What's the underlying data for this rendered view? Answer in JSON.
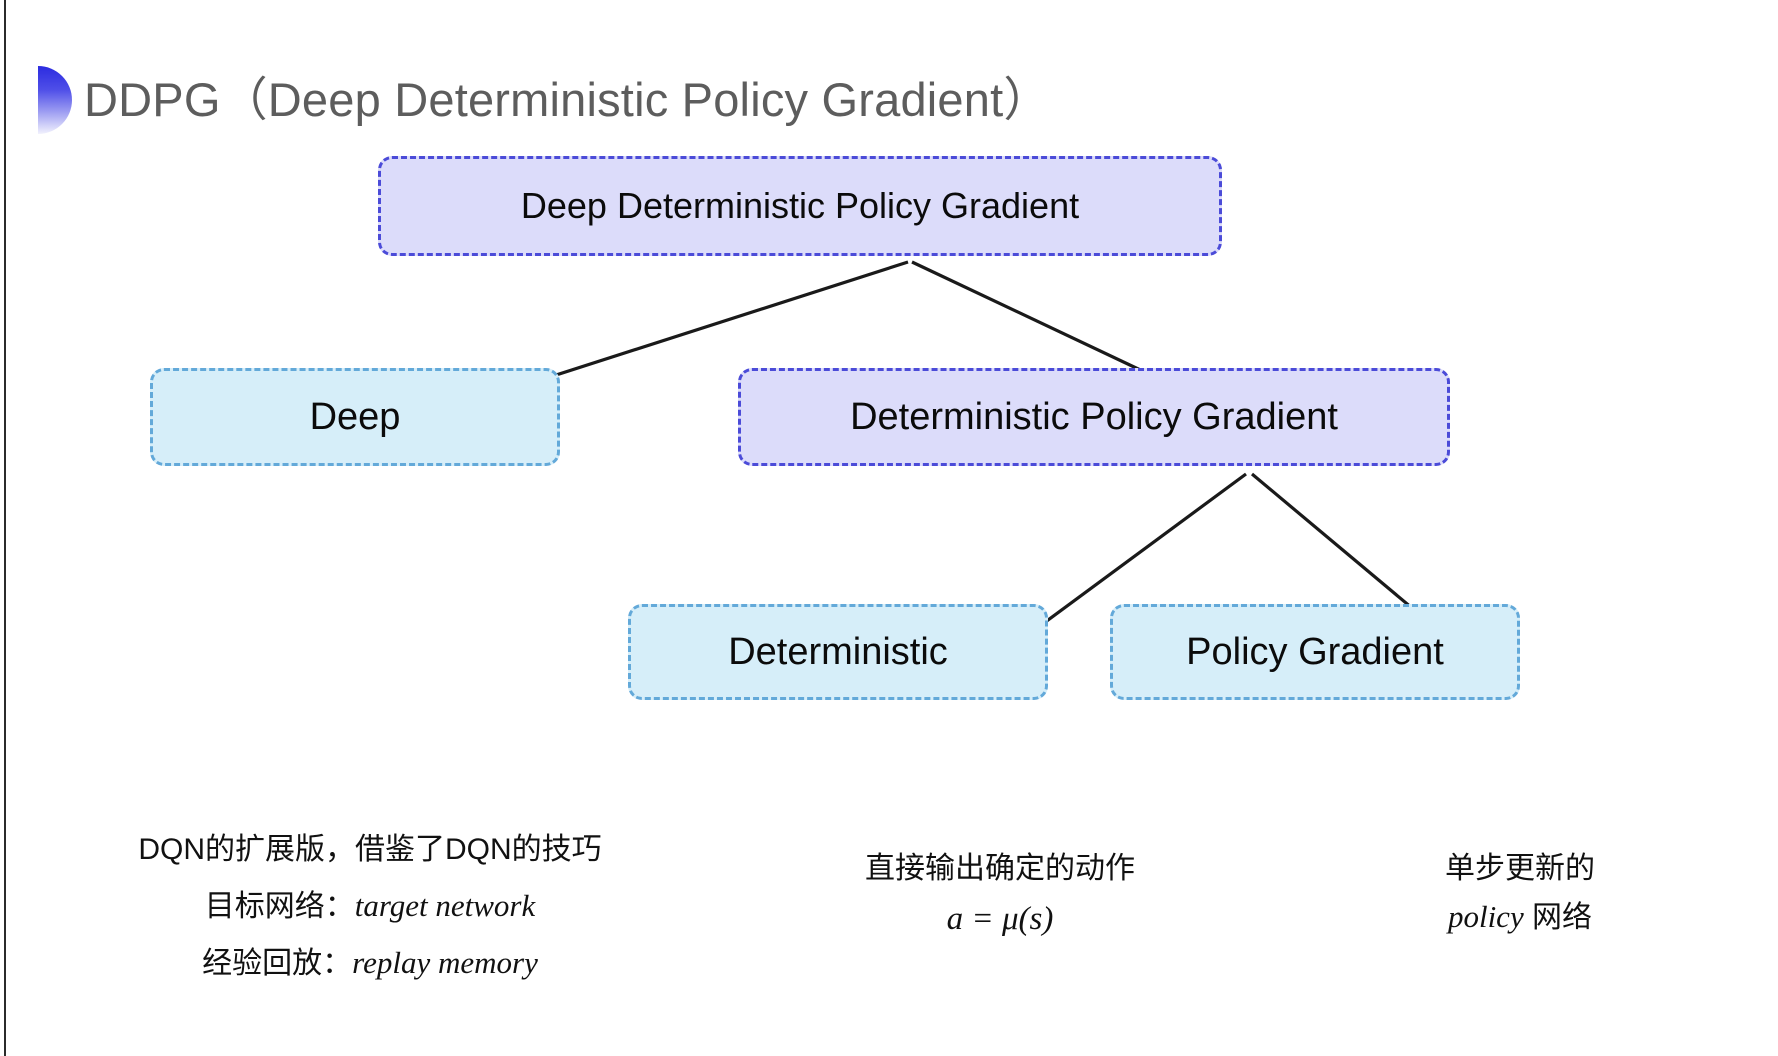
{
  "slide": {
    "title": "DDPG（Deep Deterministic Policy Gradient）",
    "background_color": "#ffffff",
    "title_color": "#5d5d5d",
    "bullet_icon": "half-circle-gradient-icon",
    "bullet_gradient_from": "#2b2be0",
    "bullet_gradient_to": "#f2f2fd"
  },
  "diagram": {
    "type": "tree",
    "node_purple_fill": "#dcdcfa",
    "node_purple_border": "#4b4bd8",
    "node_cyan_fill": "#d6eef9",
    "node_cyan_border": "#63a9d9",
    "arrow_color": "#1a1a1a",
    "nodes": {
      "root": "Deep Deterministic Policy Gradient",
      "deep": "Deep",
      "dpg": "Deterministic Policy Gradient",
      "deterministic": "Deterministic",
      "policy_gradient": "Policy Gradient"
    },
    "edges": [
      {
        "from": "root",
        "to": "deep"
      },
      {
        "from": "root",
        "to": "dpg"
      },
      {
        "from": "dpg",
        "to": "deterministic"
      },
      {
        "from": "dpg",
        "to": "policy_gradient"
      }
    ]
  },
  "captions": {
    "deep": {
      "line1": "DQN的扩展版，借鉴了DQN的技巧",
      "line2_label": "目标网络：",
      "line2_term": "target network",
      "line3_label": "经验回放：",
      "line3_term": "replay memory"
    },
    "deterministic": {
      "line1": "直接输出确定的动作",
      "formula": "a = μ(s)"
    },
    "policy_gradient": {
      "line1": "单步更新的",
      "line2_term": "policy",
      "line2_suffix": " 网络"
    }
  }
}
